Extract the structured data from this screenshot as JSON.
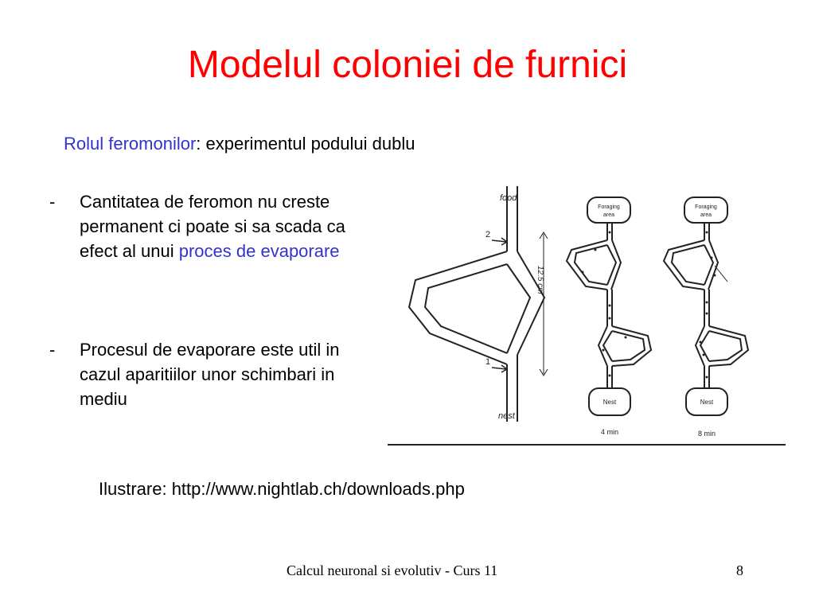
{
  "slide": {
    "title": "Modelul coloniei de furnici",
    "subtitle_highlight": "Rolul feromonilor",
    "subtitle_rest": ": experimentul podului dublu",
    "bullets": [
      {
        "dash": "-",
        "text": "Cantitatea de feromon nu creste permanent ci poate si sa scada ca efect al unui ",
        "highlight": "proces de evaporare"
      },
      {
        "dash": "-",
        "text": "Procesul de evaporare este util in cazul aparitiilor unor schimbari in mediu"
      }
    ],
    "credit": "Ilustrare: http://www.nightlab.ch/downloads.php",
    "footer": "Calcul neuronal si evolutiv - Curs 11",
    "page_number": "8"
  },
  "figure": {
    "label_food": "food",
    "label_nest": "nest",
    "label_2": "2",
    "label_1": "1",
    "length_label": "12.5 cm",
    "foraging_label_1": "Foraging",
    "foraging_label_2": "area",
    "nest_box_label": "Nest",
    "time_1": "4 min",
    "time_2": "8 min"
  }
}
